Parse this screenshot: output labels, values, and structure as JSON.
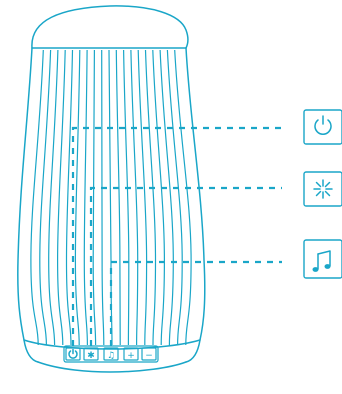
{
  "theme": {
    "accent": "#1aa6c8",
    "background": "#ffffff"
  },
  "device": {
    "description_icons": [
      "power-icon",
      "light-icon",
      "music-note-icon"
    ],
    "control_buttons": [
      {
        "name": "power-button",
        "glyph": "⏻",
        "icon": "power-icon"
      },
      {
        "name": "light-button",
        "glyph": "✱",
        "icon": "light-icon"
      },
      {
        "name": "music-button",
        "glyph": "♫",
        "icon": "music-note-icon"
      },
      {
        "name": "volume-up-button",
        "glyph": "+",
        "icon": "plus-icon"
      },
      {
        "name": "volume-down-button",
        "glyph": "−",
        "icon": "minus-icon"
      }
    ]
  },
  "callouts": [
    {
      "target": "power-button",
      "icon": "power-icon"
    },
    {
      "target": "light-button",
      "icon": "light-icon"
    },
    {
      "target": "music-button",
      "icon": "music-note-icon"
    }
  ]
}
